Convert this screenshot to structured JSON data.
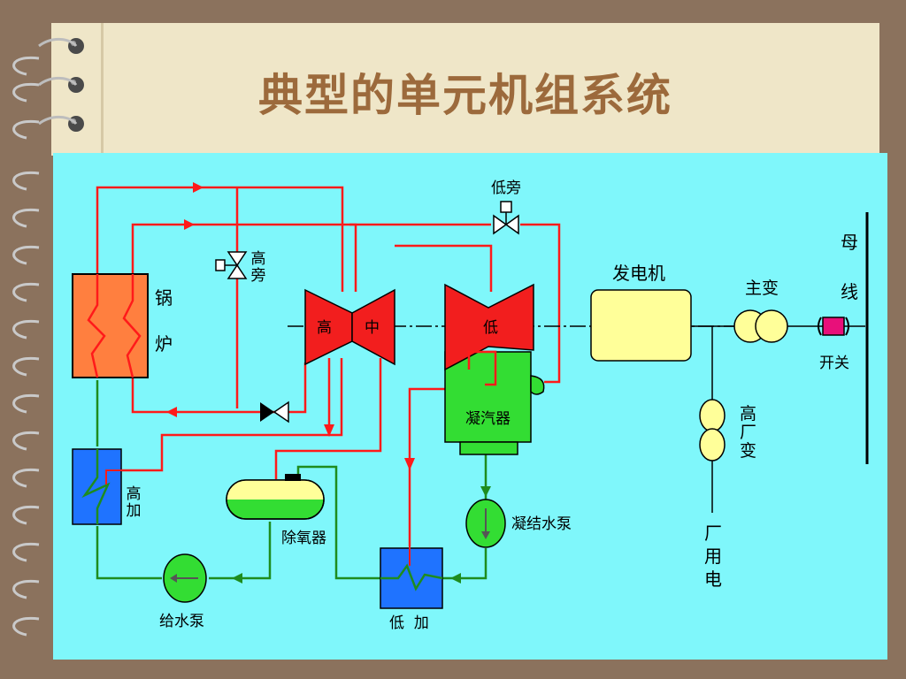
{
  "slide": {
    "title": "典型的单元机组系统"
  },
  "diagram": {
    "labels": {
      "boiler_guo": "锅",
      "boiler_lu": "炉",
      "hp_bypass": "高旁",
      "lp_bypass": "低旁",
      "hp_turbine": "高",
      "ip_turbine": "中",
      "lp_turbine": "低",
      "condenser": "凝汽器",
      "generator": "发电机",
      "main_transformer": "主变",
      "busbar": "母线",
      "switch": "开关",
      "aux_transformer": "高厂变",
      "station_power": "厂用电",
      "hp_heater": "高加",
      "deaerator": "除氧器",
      "feed_pump": "给水泵",
      "lp_heater": "低  加",
      "condensate_pump": "凝结水泵"
    },
    "colors": {
      "steam_line": "#ff1a1a",
      "water_line": "#1e8c1e",
      "boiler": "#ff7f3f",
      "turbine": "#f21e1e",
      "condenser": "#33dd33",
      "generator": "#ffff99",
      "heater": "#1f73ff",
      "panel_bg": "#7ff7fb"
    }
  }
}
